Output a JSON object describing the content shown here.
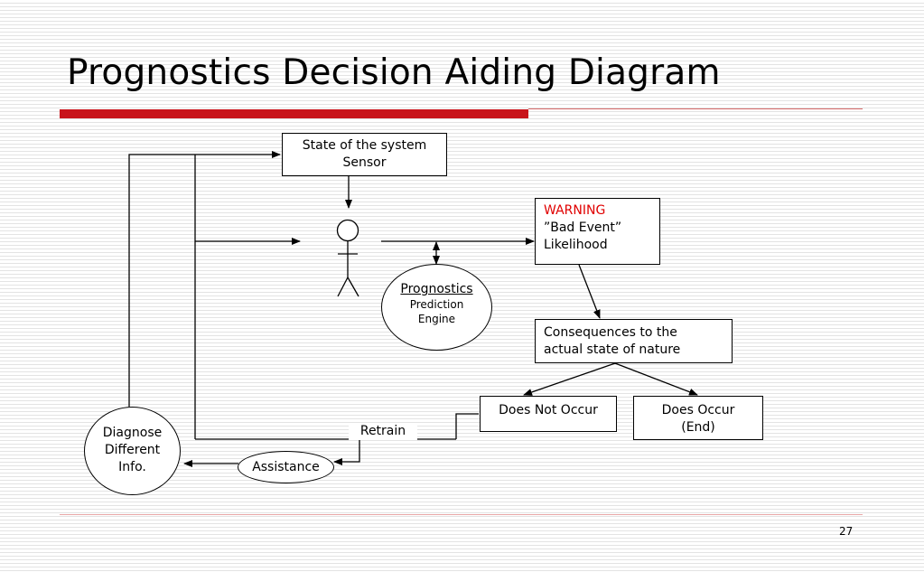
{
  "slide": {
    "title": "Prognostics Decision Aiding Diagram",
    "page_number": "27"
  },
  "nodes": {
    "state_sensor": {
      "line1": "State of the system",
      "line2": "Sensor"
    },
    "warning": {
      "line1": "WARNING",
      "line2": "”Bad Event”",
      "line3": "Likelihood"
    },
    "prognostics": {
      "line1": "Prognostics",
      "line2": "Prediction",
      "line3": "Engine"
    },
    "consequences": {
      "line1": "Consequences to the",
      "line2": "actual state of nature"
    },
    "does_not_occur": {
      "line1": "Does Not Occur"
    },
    "does_occur": {
      "line1": "Does Occur",
      "line2": "(End)"
    },
    "retrain": {
      "label": "Retrain"
    },
    "assistance": {
      "label": "Assistance"
    },
    "diagnose": {
      "line1": "Diagnose",
      "line2": "Different",
      "line3": "Info."
    }
  },
  "colors": {
    "accent_red": "#c8141b",
    "warning_text": "#e00000"
  },
  "icons": {
    "decision_maker": "stick-figure"
  }
}
